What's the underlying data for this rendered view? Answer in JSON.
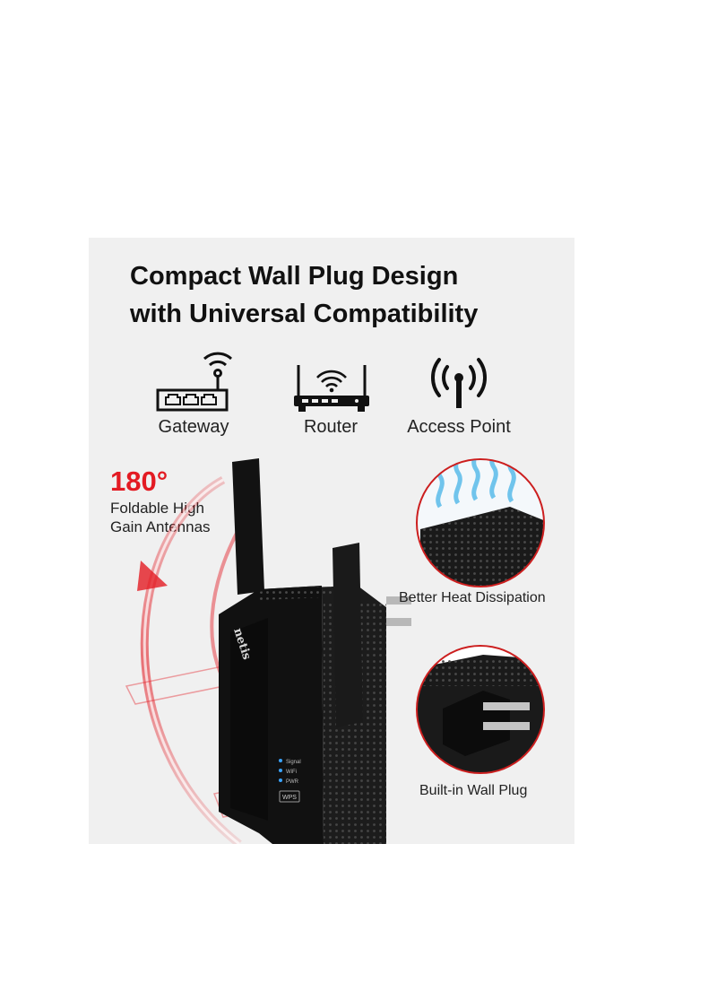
{
  "title": {
    "line1": "Compact Wall Plug Design",
    "line2": "with Universal Compatibility"
  },
  "compatibility": [
    {
      "label": "Gateway",
      "icon": "gateway-icon"
    },
    {
      "label": "Router",
      "icon": "router-icon"
    },
    {
      "label": "Access Point",
      "icon": "access-point-icon"
    }
  ],
  "antenna": {
    "degrees": "180°",
    "line1": "Foldable High",
    "line2": "Gain Antennas"
  },
  "features": [
    {
      "label": "Better Heat Dissipation"
    },
    {
      "label": "Built-in Wall Plug"
    }
  ],
  "device": {
    "brand": "netis",
    "leds": [
      "Signal",
      "WiFi",
      "PWR"
    ],
    "button": "WPS"
  },
  "colors": {
    "panel": "#f0f0f0",
    "accent": "#e31b23",
    "device": "#161616",
    "heat": "#4fb7e8"
  }
}
